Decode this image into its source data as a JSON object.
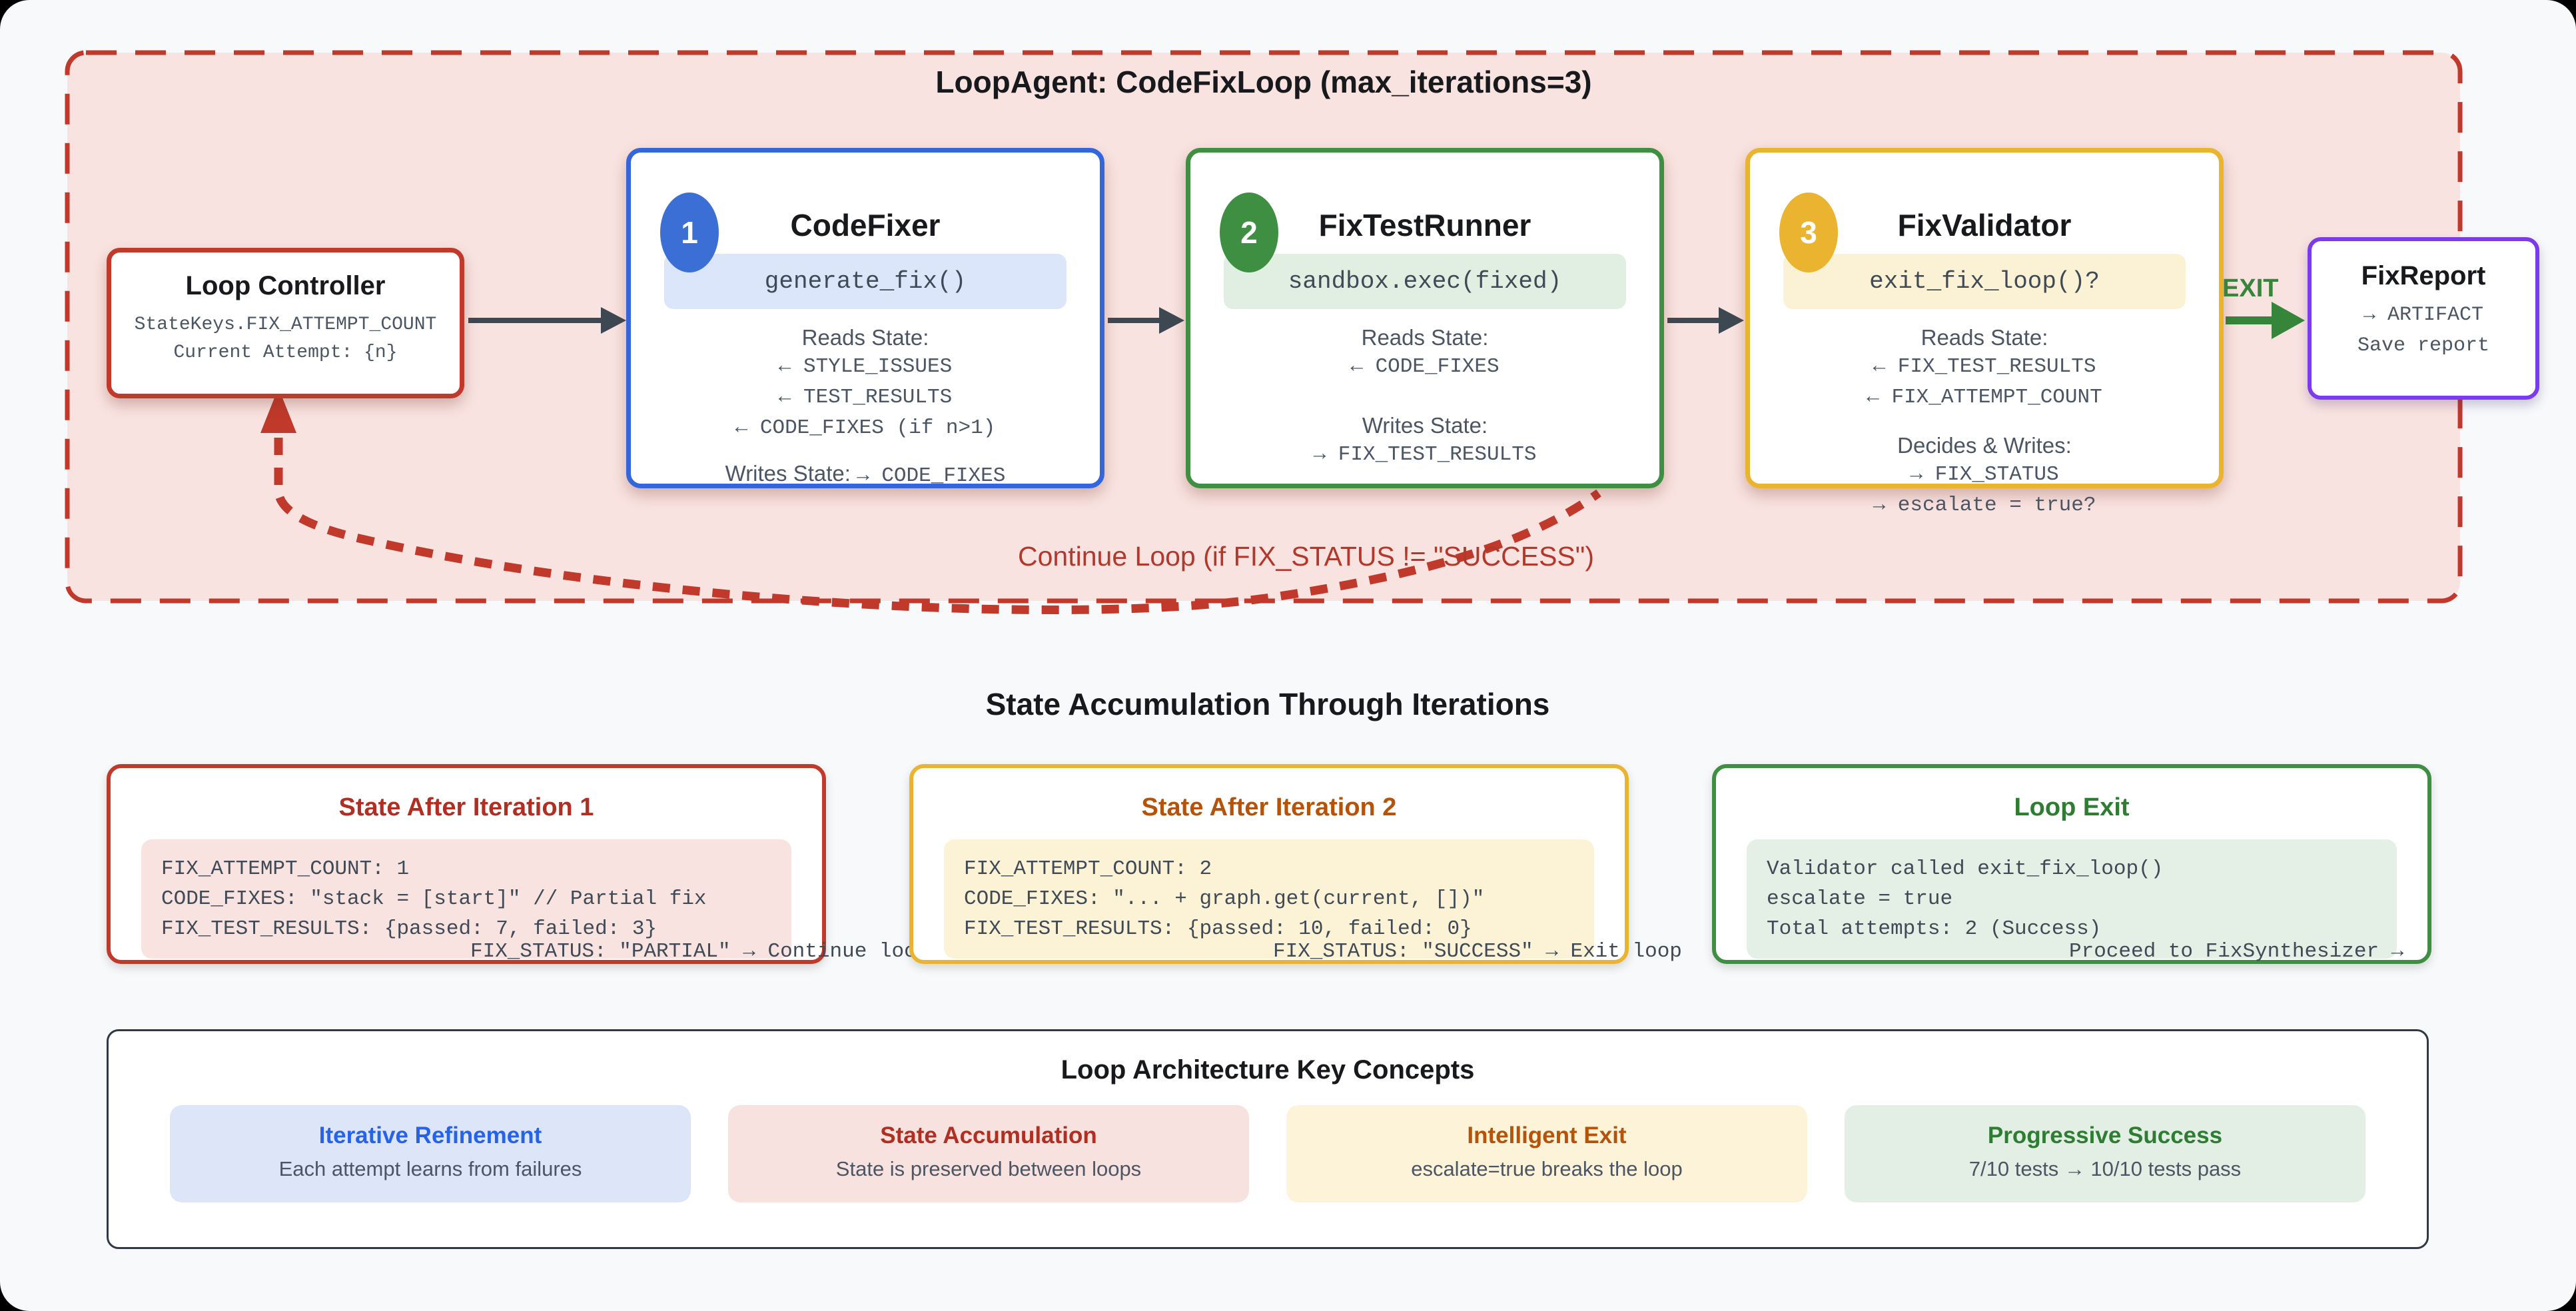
{
  "colors": {
    "page_bg": "#f7f9fb",
    "loop_bg": "#f9e3e0",
    "red": "#c0392b",
    "blue": "#3366dd",
    "green": "#3f8f43",
    "amber": "#eab430",
    "purple": "#7c3aed",
    "dark_arrow": "#3d4852"
  },
  "loop": {
    "title": "LoopAgent: CodeFixLoop (max_iterations=3)",
    "controller": {
      "title": "Loop Controller",
      "line1": "StateKeys.FIX_ATTEMPT_COUNT",
      "line2": "Current Attempt: {n}"
    },
    "agents": [
      {
        "badge": "1",
        "name": "CodeFixer",
        "code": "generate_fix()",
        "reads_label": "Reads State:",
        "reads": [
          "← STYLE_ISSUES",
          "← TEST_RESULTS",
          "← CODE_FIXES (if n>1)"
        ],
        "writes_label": "Writes State:",
        "writes_value": "→ CODE_FIXES"
      },
      {
        "badge": "2",
        "name": "FixTestRunner",
        "code": "sandbox.exec(fixed)",
        "reads_label": "Reads State:",
        "reads": [
          "← CODE_FIXES"
        ],
        "writes_label": "Writes State:",
        "writes": [
          "→ FIX_TEST_RESULTS"
        ]
      },
      {
        "badge": "3",
        "name": "FixValidator",
        "code": "exit_fix_loop()?",
        "reads_label": "Reads State:",
        "reads": [
          "← FIX_TEST_RESULTS",
          "← FIX_ATTEMPT_COUNT"
        ],
        "writes_label": "Decides & Writes:",
        "writes": [
          "→ FIX_STATUS",
          "→ escalate = true?"
        ]
      }
    ],
    "exit_label": "EXIT",
    "report": {
      "title": "FixReport",
      "line1": "→ ARTIFACT",
      "line2": "Save report"
    },
    "continue_label": "Continue Loop (if FIX_STATUS != \"SUCCESS\")"
  },
  "state_section": {
    "title": "State Accumulation Through Iterations",
    "boxes": [
      {
        "title": "State After Iteration 1",
        "lines": [
          "FIX_ATTEMPT_COUNT: 1",
          "CODE_FIXES: \"stack = [start]\" // Partial fix",
          "FIX_TEST_RESULTS: {passed: 7, failed: 3}"
        ],
        "overflow": "FIX_STATUS: \"PARTIAL\" → Continue loop"
      },
      {
        "title": "State After Iteration 2",
        "lines": [
          "FIX_ATTEMPT_COUNT: 2",
          "CODE_FIXES: \"... + graph.get(current, [])\"",
          "FIX_TEST_RESULTS: {passed: 10, failed: 0}"
        ],
        "overflow": "FIX_STATUS: \"SUCCESS\" → Exit loop"
      },
      {
        "title": "Loop Exit",
        "lines": [
          "Validator called exit_fix_loop()",
          "escalate = true",
          "Total attempts: 2 (Success)"
        ],
        "overflow": "Proceed to FixSynthesizer →"
      }
    ]
  },
  "concepts": {
    "title": "Loop Architecture Key Concepts",
    "items": [
      {
        "title": "Iterative Refinement",
        "desc": "Each attempt learns from failures"
      },
      {
        "title": "State Accumulation",
        "desc": "State is preserved between loops"
      },
      {
        "title": "Intelligent Exit",
        "desc": "escalate=true breaks the loop"
      },
      {
        "title": "Progressive Success",
        "desc": "7/10 tests → 10/10 tests pass"
      }
    ]
  }
}
